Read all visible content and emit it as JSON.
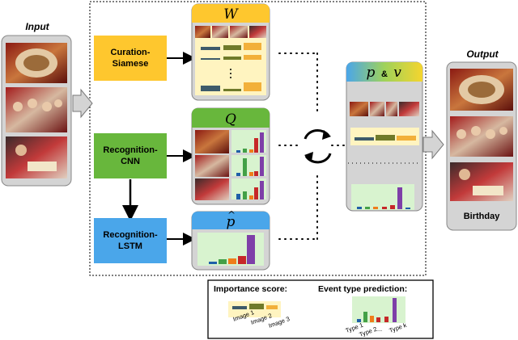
{
  "input": {
    "label": "Input"
  },
  "output": {
    "label": "Output",
    "caption": "Birthday"
  },
  "modules": {
    "curation": {
      "line1": "Curation-",
      "line2": "Siamese"
    },
    "recog_cnn": {
      "line1": "Recognition-",
      "line2": "CNN"
    },
    "recog_lstm": {
      "line1": "Recognition-",
      "line2": "LSTM"
    }
  },
  "headers": {
    "w": "W",
    "q": "Q",
    "p_hat": "p",
    "pv_p": "p",
    "pv_amp": "&",
    "pv_v": "v"
  },
  "legend": {
    "importance_title": "Importance score:",
    "event_title": "Event type prediction:",
    "importance_labels": [
      "Image 1",
      "Image 2",
      "Image 3"
    ],
    "event_labels": [
      "Type 1",
      "Type 2",
      "...",
      "Type k"
    ]
  },
  "colors": {
    "curation": "#fec72e",
    "recog_cnn": "#68b73c",
    "recog_lstm": "#4aa6ea",
    "importance_bg": "#fff4c0",
    "event_bg": "#d8f3cf"
  }
}
